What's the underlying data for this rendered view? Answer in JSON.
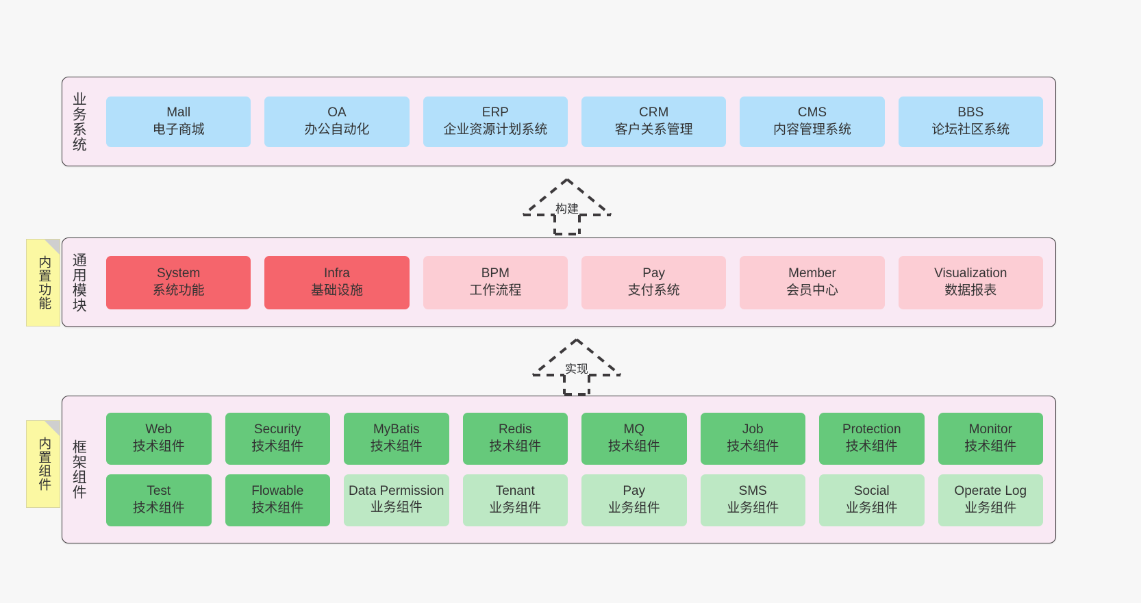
{
  "layers": [
    {
      "id": "business-systems",
      "title": "业务系统",
      "rows": [
        {
          "cells": [
            {
              "en": "Mall",
              "cn": "电子商城",
              "color": "c-blue"
            },
            {
              "en": "OA",
              "cn": "办公自动化",
              "color": "c-blue"
            },
            {
              "en": "ERP",
              "cn": "企业资源计划系统",
              "color": "c-blue"
            },
            {
              "en": "CRM",
              "cn": "客户关系管理",
              "color": "c-blue"
            },
            {
              "en": "CMS",
              "cn": "内容管理系统",
              "color": "c-blue"
            },
            {
              "en": "BBS",
              "cn": "论坛社区系统",
              "color": "c-blue"
            }
          ]
        }
      ]
    },
    {
      "id": "common-modules",
      "title": "通用模块",
      "note": "内置功能",
      "rows": [
        {
          "cells": [
            {
              "en": "System",
              "cn": "系统功能",
              "color": "c-red"
            },
            {
              "en": "Infra",
              "cn": "基础设施",
              "color": "c-red"
            },
            {
              "en": "BPM",
              "cn": "工作流程",
              "color": "c-pink"
            },
            {
              "en": "Pay",
              "cn": "支付系统",
              "color": "c-pink"
            },
            {
              "en": "Member",
              "cn": "会员中心",
              "color": "c-pink"
            },
            {
              "en": "Visualization",
              "cn": "数据报表",
              "color": "c-pink"
            }
          ]
        }
      ]
    },
    {
      "id": "framework-components",
      "title": "框架组件",
      "note": "内置组件",
      "rows": [
        {
          "cells": [
            {
              "en": "Web",
              "cn": "技术组件",
              "color": "c-green-dark"
            },
            {
              "en": "Security",
              "cn": "技术组件",
              "color": "c-green-dark"
            },
            {
              "en": "MyBatis",
              "cn": "技术组件",
              "color": "c-green-dark"
            },
            {
              "en": "Redis",
              "cn": "技术组件",
              "color": "c-green-dark"
            },
            {
              "en": "MQ",
              "cn": "技术组件",
              "color": "c-green-dark"
            },
            {
              "en": "Job",
              "cn": "技术组件",
              "color": "c-green-dark"
            },
            {
              "en": "Protection",
              "cn": "技术组件",
              "color": "c-green-dark"
            },
            {
              "en": "Monitor",
              "cn": "技术组件",
              "color": "c-green-dark"
            }
          ]
        },
        {
          "cells": [
            {
              "en": "Test",
              "cn": "技术组件",
              "color": "c-green-dark"
            },
            {
              "en": "Flowable",
              "cn": "技术组件",
              "color": "c-green-dark"
            },
            {
              "en": "Data Permission",
              "cn": "业务组件",
              "color": "c-green-light"
            },
            {
              "en": "Tenant",
              "cn": "业务组件",
              "color": "c-green-light"
            },
            {
              "en": "Pay",
              "cn": "业务组件",
              "color": "c-green-light"
            },
            {
              "en": "SMS",
              "cn": "业务组件",
              "color": "c-green-light"
            },
            {
              "en": "Social",
              "cn": "业务组件",
              "color": "c-green-light"
            },
            {
              "en": "Operate Log",
              "cn": "业务组件",
              "color": "c-green-light"
            }
          ]
        }
      ]
    }
  ],
  "arrows": [
    {
      "id": "build",
      "label": "构建"
    },
    {
      "id": "implement",
      "label": "实现"
    }
  ],
  "colors": {
    "canvas": "#f7f7f7",
    "layer_bg": "#f9e9f4",
    "layer_border": "#3d3a3c",
    "blue": "#b3e0fb",
    "red": "#f5656c",
    "pink": "#fccdd4",
    "green_dark": "#66c97b",
    "green_light": "#bde8c4",
    "note_yellow": "#fbf8a2",
    "note_fold": "#cfcfcf",
    "text": "#333333"
  }
}
